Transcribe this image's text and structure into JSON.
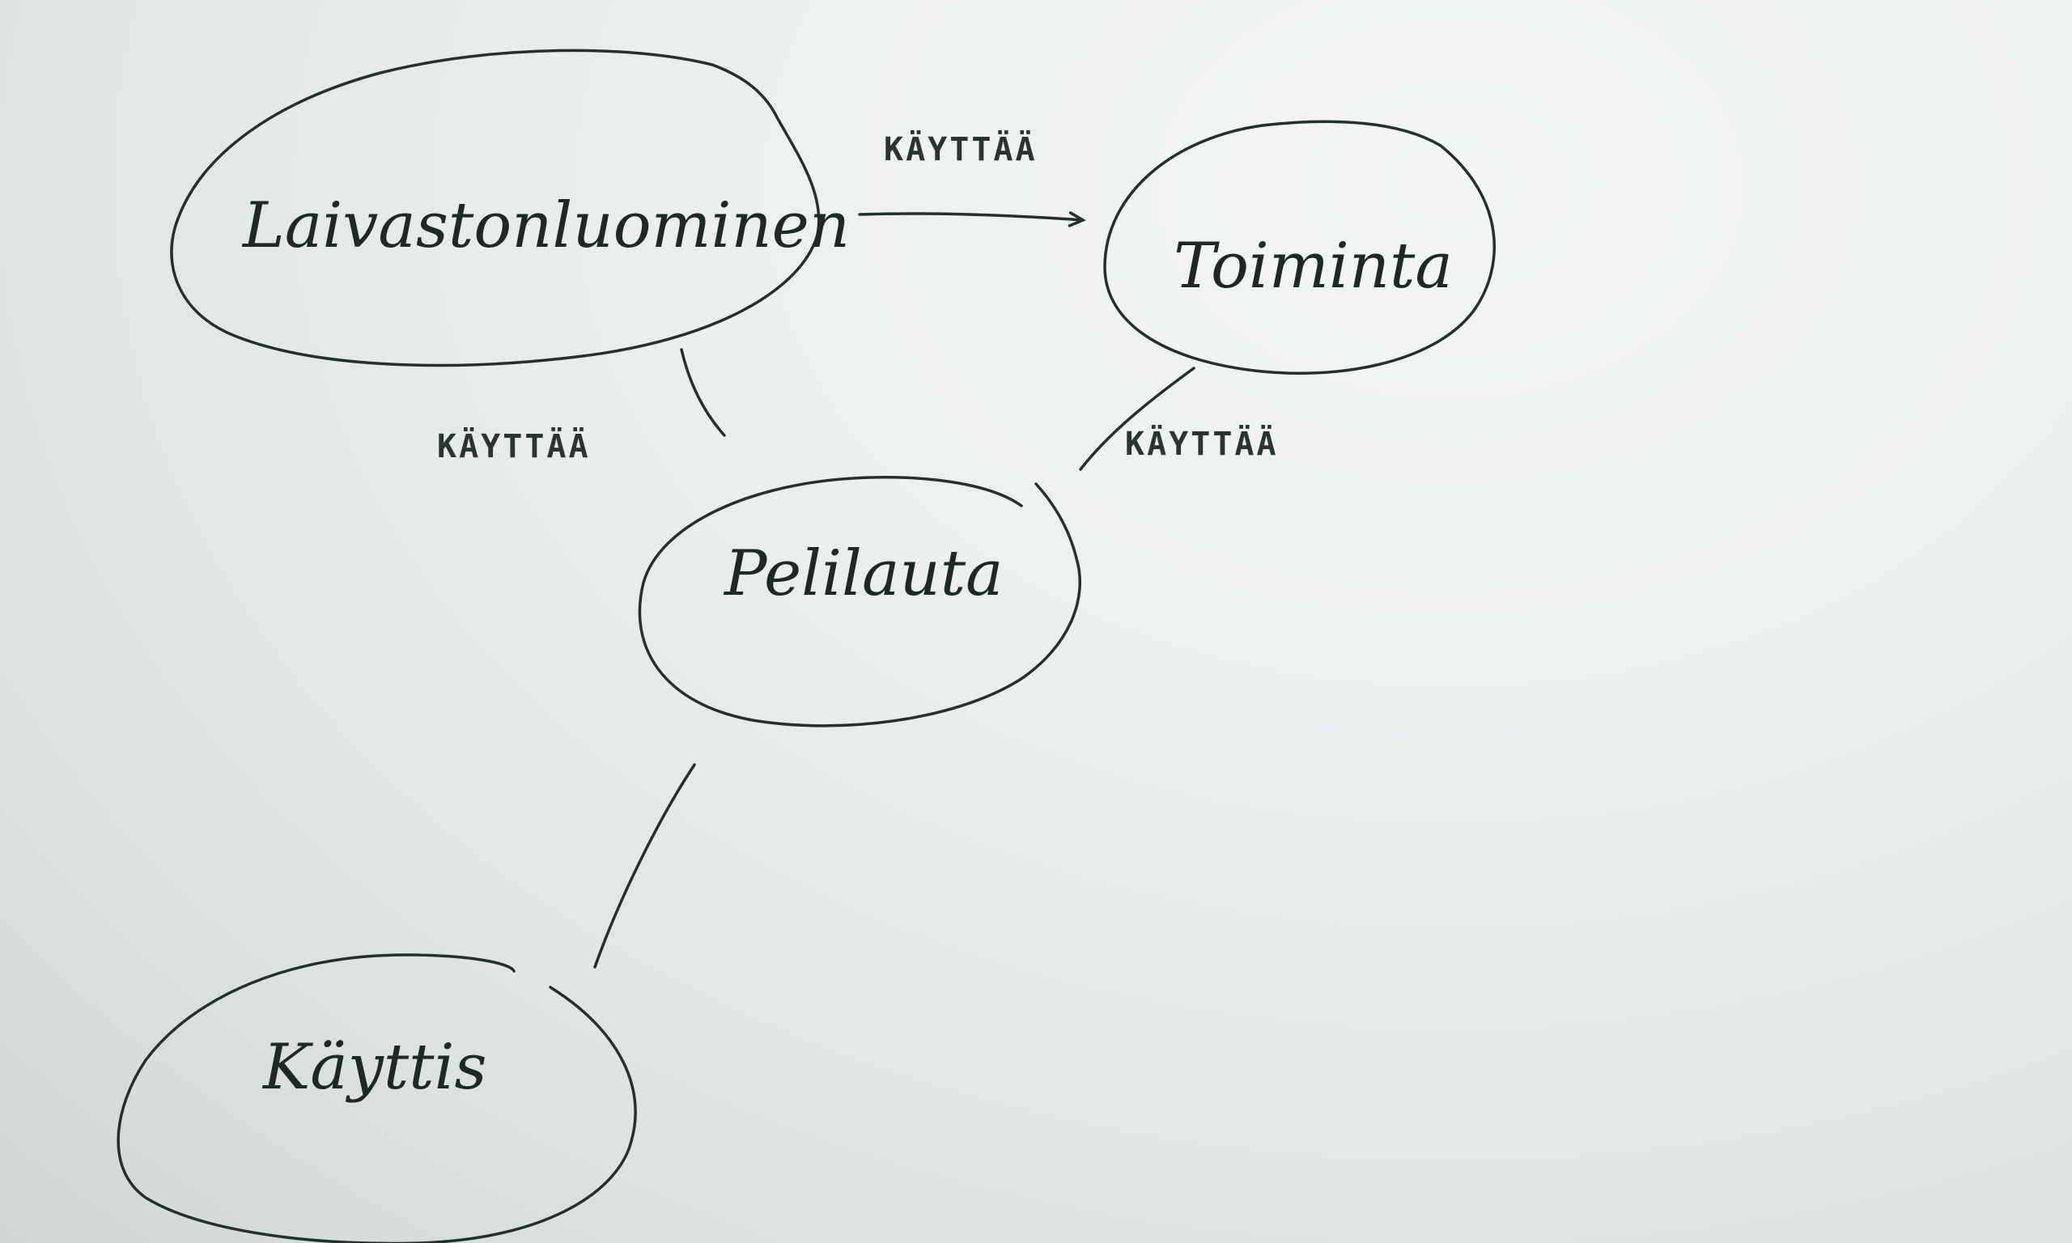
{
  "diagram": {
    "nodes": {
      "laivastonluominen": "Laivastonluominen",
      "toiminta": "Toiminta",
      "pelilauta": "Pelilauta",
      "kayttis": "Käyttis"
    },
    "edges": {
      "laivasto_toiminta": "KÄYTTÄÄ",
      "laivasto_pelilauta": "KÄYTTÄÄ",
      "toiminta_pelilauta": "KÄYTTÄÄ"
    }
  }
}
